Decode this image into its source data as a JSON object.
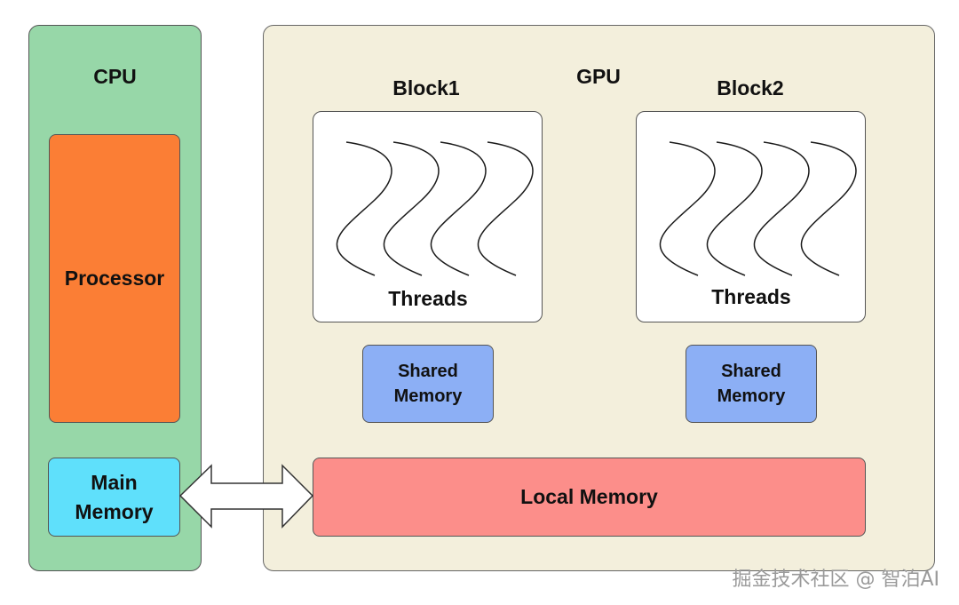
{
  "cpu": {
    "title": "CPU",
    "processor_label": "Processor",
    "main_memory_label": [
      "Main",
      "Memory"
    ]
  },
  "gpu": {
    "title": "GPU",
    "blocks": [
      {
        "title": "Block1",
        "threads_label": "Threads",
        "shared_memory_label": [
          "Shared",
          "Memory"
        ]
      },
      {
        "title": "Block2",
        "threads_label": "Threads",
        "shared_memory_label": [
          "Shared",
          "Memory"
        ]
      }
    ],
    "local_memory_label": "Local Memory"
  },
  "connector": {
    "type": "double-arrow",
    "from": "Main Memory",
    "to": "Local Memory"
  },
  "icons": [
    "thread-wave-icon",
    "double-arrow-icon"
  ],
  "colors": {
    "cpu_panel": "#97d7a8",
    "gpu_panel": "#f3efdc",
    "processor": "#fb7e35",
    "main_memory": "#5fe0fb",
    "shared_memory": "#8caff5",
    "local_memory": "#fc8e8a"
  },
  "watermark": "掘金技术社区 @ 智泊AI"
}
